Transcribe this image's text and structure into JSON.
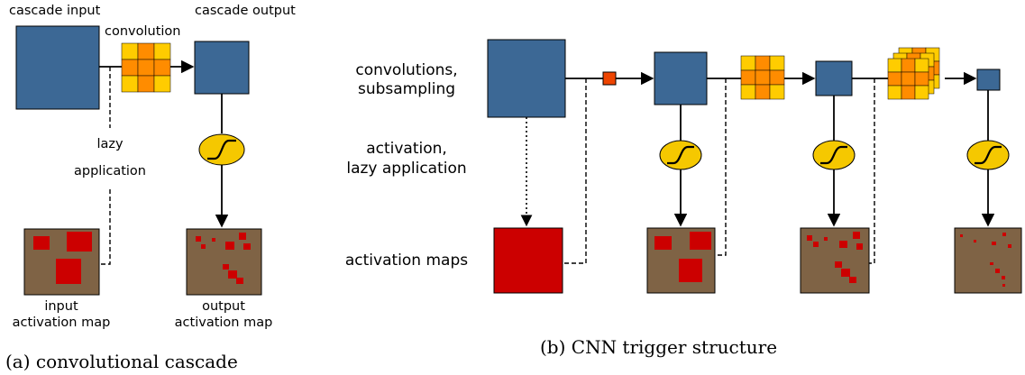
{
  "left_panel": {
    "cascade_input": "cascade input",
    "convolution": "convolution",
    "cascade_output": "cascade output",
    "lazy": "lazy",
    "application": "application",
    "input_line1": "input",
    "input_line2": "activation map",
    "output_line1": "output",
    "output_line2": "activation map",
    "caption": "(a) convolutional cascade"
  },
  "right_panel": {
    "row1_line1": "convolutions,",
    "row1_line2": "subsampling",
    "row2_line1": "activation,",
    "row2_line2": "lazy application",
    "row3": "activation maps",
    "caption": "(b) CNN trigger structure"
  },
  "colors": {
    "feature_map": "#3c6895",
    "activation_map": "#7f6345",
    "activation": "#cc0000",
    "sigmoid": "#f5c800",
    "kernel_yellow": "#ffcc00",
    "kernel_orange": "#ff8c00",
    "kernel_red": "#ee4400"
  },
  "icons": [
    "sigmoid-icon",
    "convolution-kernel-icon",
    "arrow-icon"
  ]
}
